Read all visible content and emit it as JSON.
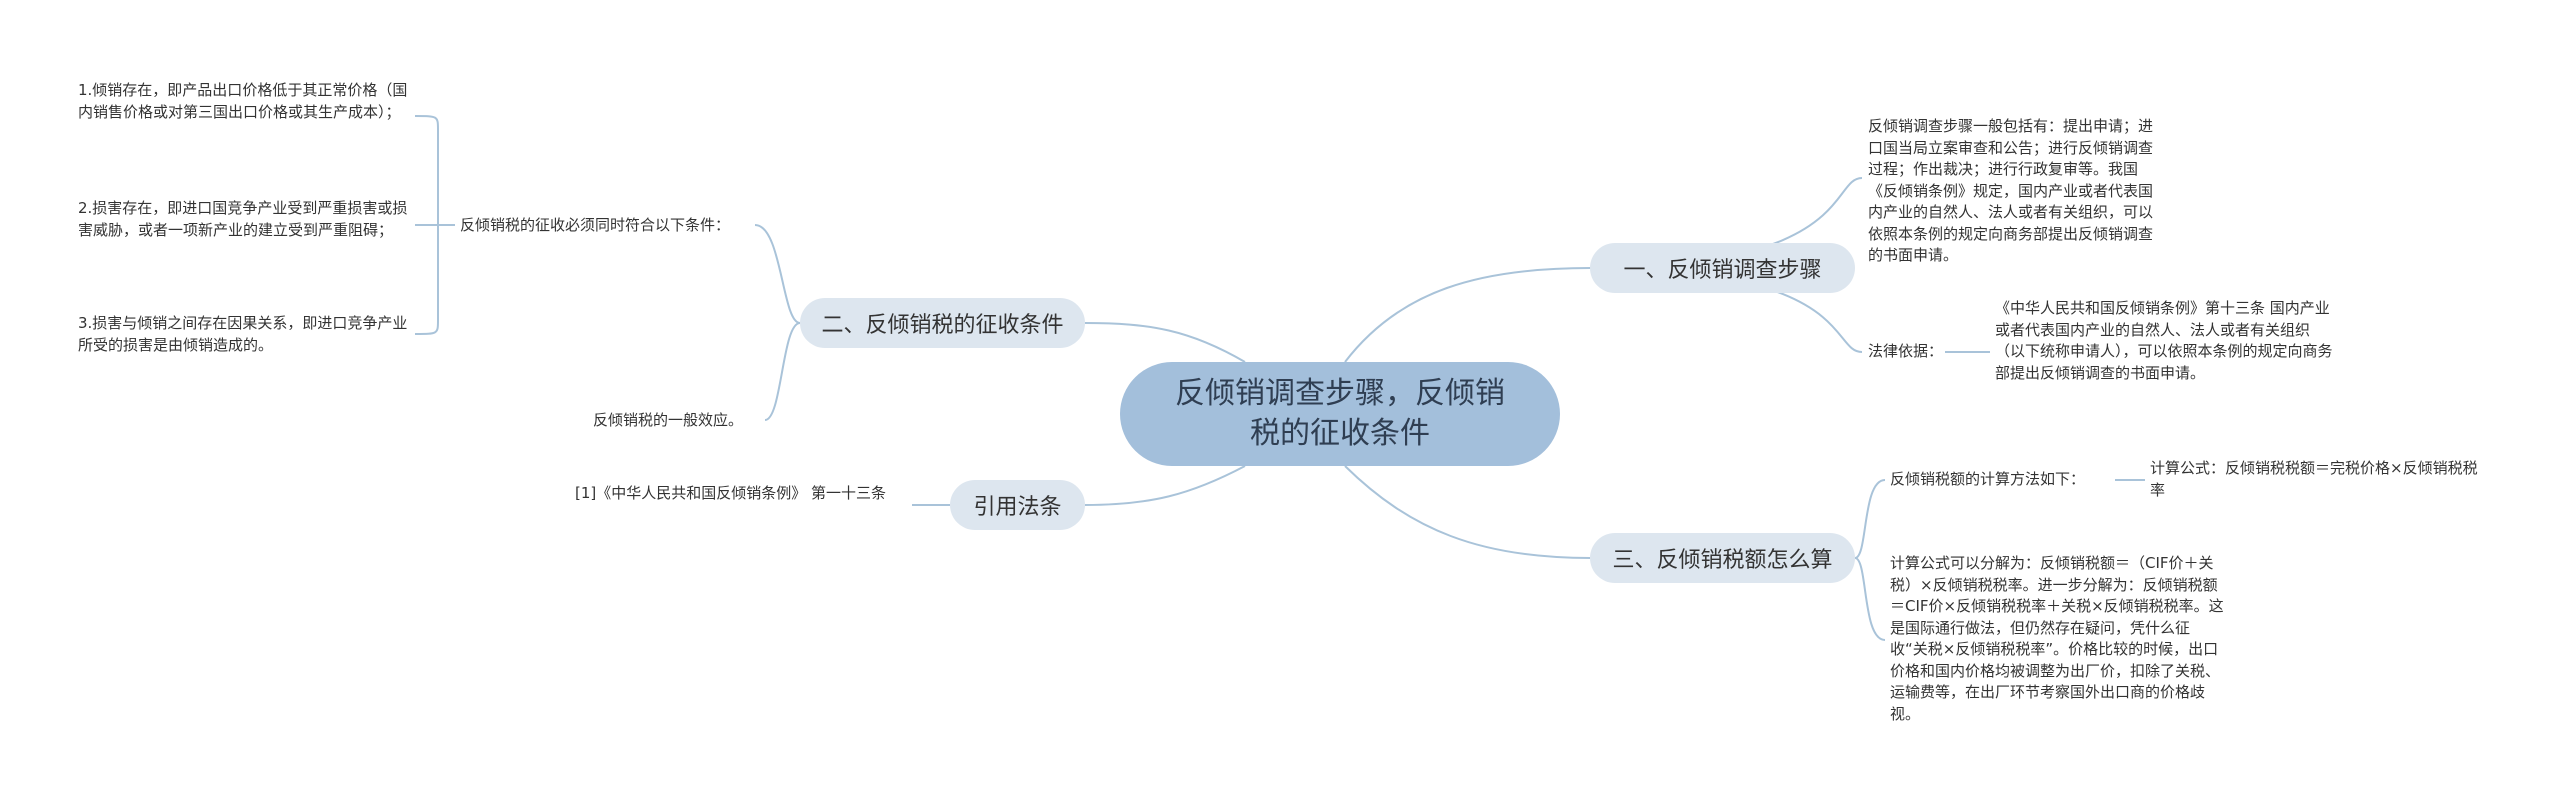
{
  "root": {
    "label": "反倾销调查步骤，反倾销税的征收条件"
  },
  "topics": {
    "t1": "一、反倾销调查步骤",
    "t2": "二、反倾销税的征收条件",
    "t3": "三、反倾销税额怎么算",
    "t4": "引用法条"
  },
  "details": {
    "steps": "反倾销调查步骤一般包括有：提出申请；进口国当局立案审查和公告；进行反倾销调查过程；作出裁决；进行行政复审等。我国《反倾销条例》规定，国内产业或者代表国内产业的自然人、法人或者有关组织，可以依照本条例的规定向商务部提出反倾销调查的书面申请。",
    "legal_basis_label": "法律依据：",
    "legal_basis_text": "《中华人民共和国反倾销条例》第十三条 国内产业或者代表国内产业的自然人、法人或者有关组织（以下统称申请人），可以依照本条例的规定向商务部提出反倾销调查的书面申请。",
    "conditions_intro": "反倾销税的征收必须同时符合以下条件：",
    "cond1": "1.倾销存在，即产品出口价格低于其正常价格（国内销售价格或对第三国出口价格或其生产成本）；",
    "cond2": "2.损害存在，即进口国竞争产业受到严重损害或损害威胁，或者一项新产业的建立受到严重阻碍；",
    "cond3": "3.损害与倾销之间存在因果关系，即进口竞争产业所受的损害是由倾销造成的。",
    "general_effect": "反倾销税的一般效应。",
    "calc_intro": "反倾销税额的计算方法如下：",
    "calc_formula": "计算公式：反倾销税税额＝完税价格×反倾销税税率",
    "calc_detail": "计算公式可以分解为：反倾销税额＝（CIF价＋关税）×反倾销税税率。进一步分解为：反倾销税额＝CIF价×反倾销税税率＋关税×反倾销税税率。这是国际通行做法，但仍然存在疑问，凭什么征收“关税×反倾销税税率”。价格比较的时候，出口价格和国内价格均被调整为出厂价，扣除了关税、运输费等，在出厂环节考察国外出口商的价格歧视。",
    "citation": "[1]《中华人民共和国反倾销条例》 第一十三条"
  },
  "colors": {
    "root_fill": "#a3bfdb",
    "topic_fill": "#dde6ef",
    "line": "#a9c3d9"
  }
}
